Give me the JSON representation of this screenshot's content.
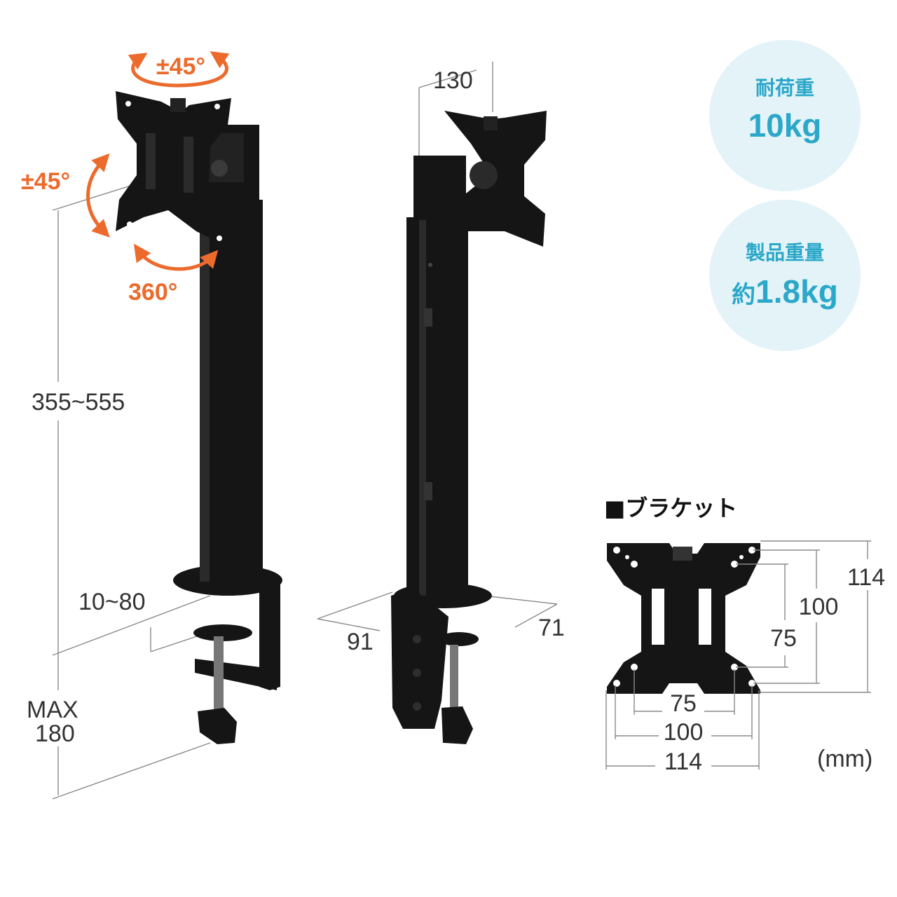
{
  "rotation": {
    "swivel": "±45°",
    "tilt": "±45°",
    "rotate": "360°"
  },
  "dimensions": {
    "height_range": "355~555",
    "clamp_range": "10~80",
    "desk_max_label": "MAX",
    "desk_max_value": "180",
    "top_offset": "130",
    "base_depth": "91",
    "base_width": "71"
  },
  "specs": [
    {
      "label": "耐荷重",
      "value": "10kg",
      "prefix": ""
    },
    {
      "label": "製品重量",
      "value": "1.8kg",
      "prefix": "約"
    }
  ],
  "bracket": {
    "title": "■ブラケット",
    "horizontal": [
      "75",
      "100",
      "114"
    ],
    "vertical": [
      "75",
      "100",
      "114"
    ],
    "unit": "(mm)"
  },
  "colors": {
    "accent": "#ec6a2c",
    "badge_bg": "#e3f3f8",
    "badge_text": "#2ba7c9",
    "product": "#151515"
  }
}
